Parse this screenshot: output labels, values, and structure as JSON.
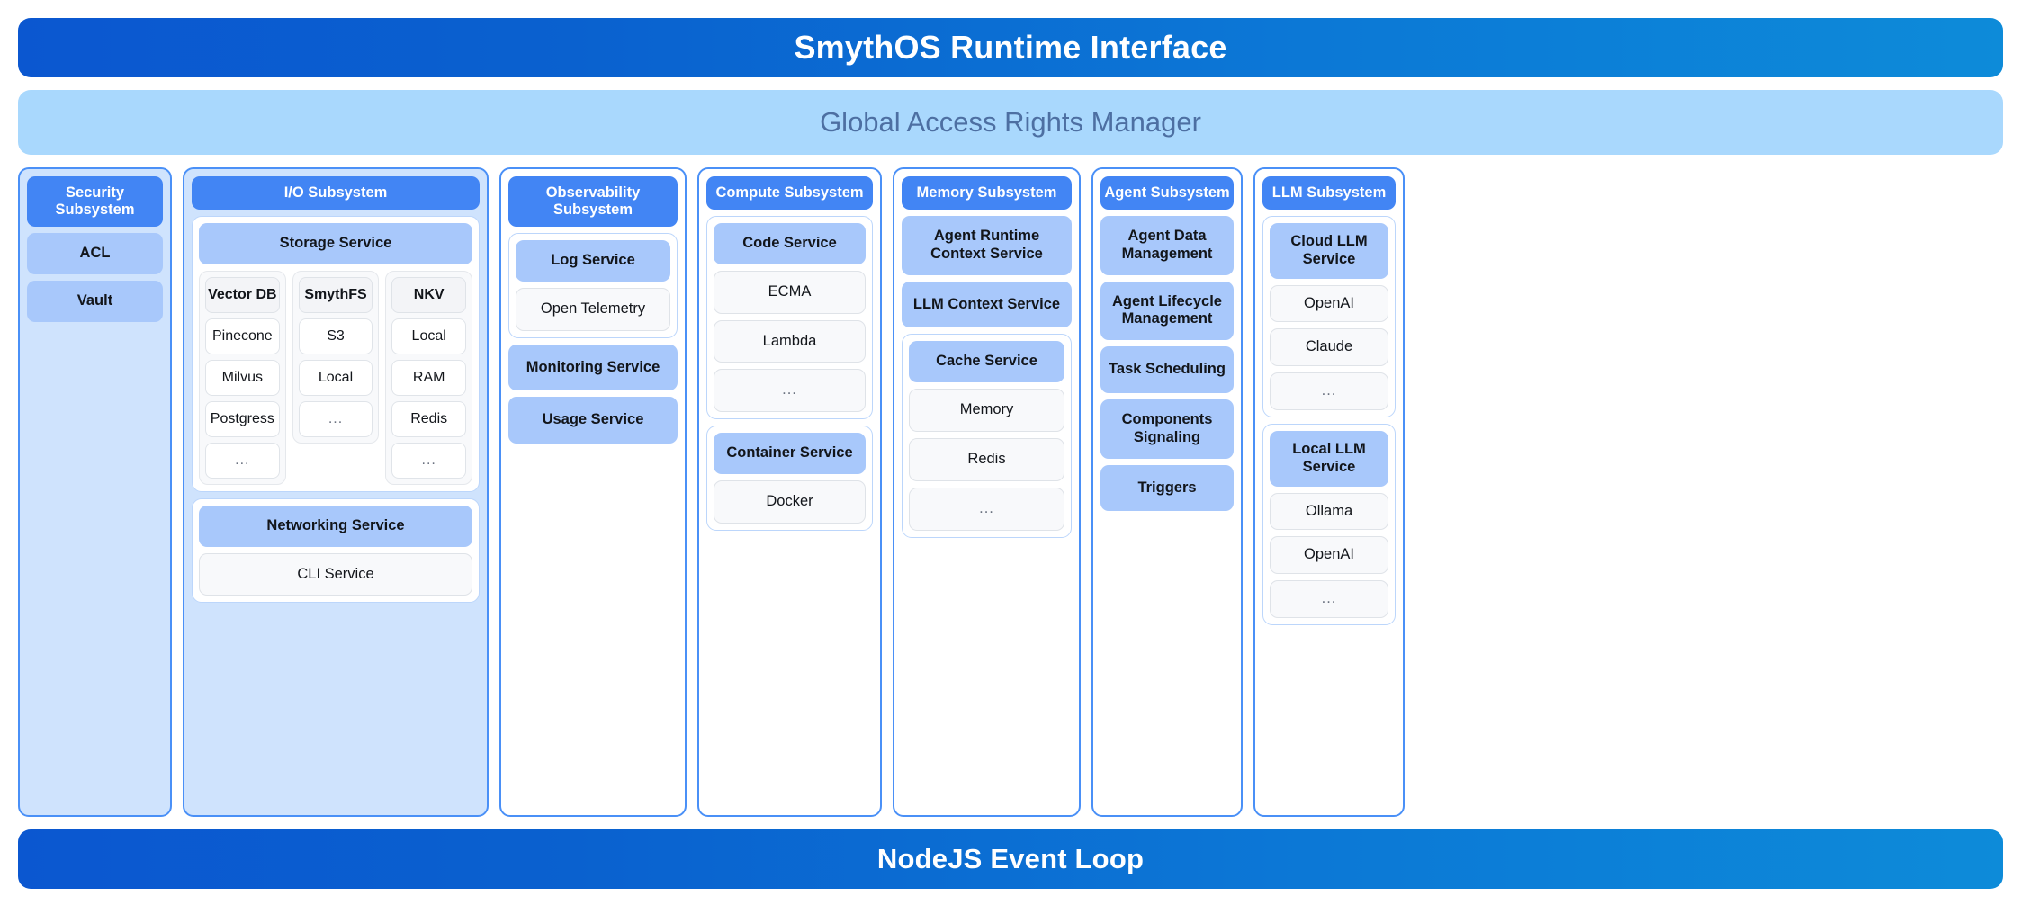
{
  "header": {
    "title": "SmythOS Runtime Interface"
  },
  "access_band": {
    "label": "Global Access Rights Manager"
  },
  "footer": {
    "title": "NodeJS Event Loop"
  },
  "colors": {
    "brand_gradient_start": "#0b57d0",
    "brand_gradient_end": "#0d8bd9",
    "access_band_bg": "#a9d8fd",
    "access_band_text": "#4d6fa2",
    "subsystem_title_bg": "#4285f4",
    "service_pill_bg": "#a8c8fb",
    "column_border": "#4a90f7",
    "column_tinted_bg": "#cfe3fd",
    "item_bg": "#f8f9fb",
    "item_border": "#dfe3e8"
  },
  "columns": [
    {
      "id": "security",
      "title": "Security Subsystem",
      "services": [
        {
          "label": "ACL"
        },
        {
          "label": "Vault"
        }
      ]
    },
    {
      "id": "io",
      "title": "I/O Subsystem",
      "storage": {
        "service_label": "Storage Service",
        "groups": [
          {
            "head": "Vector DB",
            "items": [
              "Pinecone",
              "Milvus",
              "Postgress",
              "..."
            ]
          },
          {
            "head": "SmythFS",
            "items": [
              "S3",
              "Local",
              "..."
            ]
          },
          {
            "head": "NKV",
            "items": [
              "Local",
              "RAM",
              "Redis",
              "..."
            ]
          }
        ]
      },
      "networking": {
        "service_label": "Networking Service",
        "items": [
          "CLI Service"
        ]
      }
    },
    {
      "id": "observability",
      "title": "Observability Subsystem",
      "log_group": {
        "service_label": "Log Service",
        "items": [
          "Open Telemetry"
        ]
      },
      "standalone_services": [
        "Monitoring Service",
        "Usage Service"
      ]
    },
    {
      "id": "compute",
      "title": "Compute Subsystem",
      "groups": [
        {
          "service_label": "Code Service",
          "items": [
            "ECMA",
            "Lambda",
            "..."
          ]
        },
        {
          "service_label": "Container Service",
          "items": [
            "Docker"
          ]
        }
      ]
    },
    {
      "id": "memory",
      "title": "Memory Subsystem",
      "standalone_services": [
        "Agent Runtime Context Service",
        "LLM Context Service"
      ],
      "groups": [
        {
          "service_label": "Cache Service",
          "items": [
            "Memory",
            "Redis",
            "..."
          ]
        }
      ]
    },
    {
      "id": "agent",
      "title": "Agent Subsystem",
      "services": [
        {
          "label": "Agent Data Management"
        },
        {
          "label": "Agent Lifecycle Management"
        },
        {
          "label": "Task Scheduling"
        },
        {
          "label": "Components Signaling"
        },
        {
          "label": "Triggers"
        }
      ]
    },
    {
      "id": "llm",
      "title": "LLM Subsystem",
      "groups": [
        {
          "service_label": "Cloud LLM Service",
          "items": [
            "OpenAI",
            "Claude",
            "..."
          ]
        },
        {
          "service_label": "Local LLM Service",
          "items": [
            "Ollama",
            "OpenAI",
            "..."
          ]
        }
      ]
    }
  ]
}
